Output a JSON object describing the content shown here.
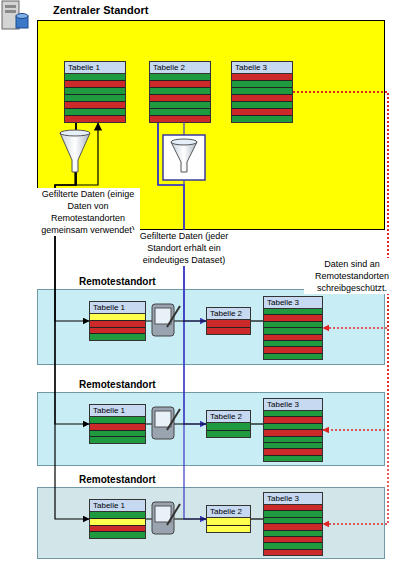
{
  "diagram": {
    "nodes": [
      {
        "text": [
          "Zentraler Standort"
        ]
      },
      {
        "text": [
          "Tabelle 1"
        ],
        "in": 0
      },
      {
        "text": [
          "Tabelle 2"
        ],
        "in": 0
      },
      {
        "text": [
          "Tabelle 3"
        ],
        "in": 0
      },
      {
        "text": [
          "Remotestandort"
        ]
      },
      {
        "text": [
          "Tabelle 1"
        ],
        "in": 4
      },
      {
        "text": [
          "Tabelle 2"
        ],
        "in": 4
      },
      {
        "text": [
          "Tabelle 3"
        ],
        "in": 4
      },
      {
        "text": [
          "Remotestandort"
        ]
      },
      {
        "text": [
          "Tabelle 1"
        ],
        "in": 8
      },
      {
        "text": [
          "Tabelle 2"
        ],
        "in": 8
      },
      {
        "text": [
          "Tabelle 3"
        ],
        "in": 8
      },
      {
        "text": [
          "Remotestandort"
        ]
      },
      {
        "text": [
          "Tabelle 1"
        ],
        "in": 12
      },
      {
        "text": [
          "Tabelle 2"
        ],
        "in": 12
      },
      {
        "text": [
          "Tabelle 3"
        ],
        "in": 12
      }
    ],
    "edges": [
      {
        "from": 1,
        "to": 5,
        "arrow": "to"
      },
      {
        "from": 1,
        "to": 9,
        "arrow": "to"
      },
      {
        "from": 1,
        "to": 13,
        "arrow": "to"
      },
      {
        "from": 2,
        "to": 6,
        "arrow": "to"
      },
      {
        "from": 2,
        "to": 10,
        "arrow": "to"
      },
      {
        "from": 2,
        "to": 14,
        "arrow": "to"
      },
      {
        "from": 3,
        "to": 7,
        "arrow": "to"
      },
      {
        "from": 3,
        "to": 11,
        "arrow": "to"
      },
      {
        "from": 3,
        "to": 15,
        "arrow": "to"
      },
      {
        "from": 5,
        "to": 6,
        "arrow": "none"
      },
      {
        "from": 6,
        "to": 7,
        "arrow": "none"
      },
      {
        "from": 9,
        "to": 10,
        "arrow": "none"
      },
      {
        "from": 10,
        "to": 11,
        "arrow": "none"
      },
      {
        "from": 13,
        "to": 14,
        "arrow": "none"
      },
      {
        "from": 14,
        "to": 15,
        "arrow": "none"
      }
    ],
    "labels": [
      "Gefilterte Daten (einige Daten von Remotestandorten gemeinsam verwendet)",
      "Gefilterte Daten (jeder Standort erhält ein eindeutiges Dataset)",
      "Daten sind an Remotestandorten schreibgeschützt."
    ]
  }
}
